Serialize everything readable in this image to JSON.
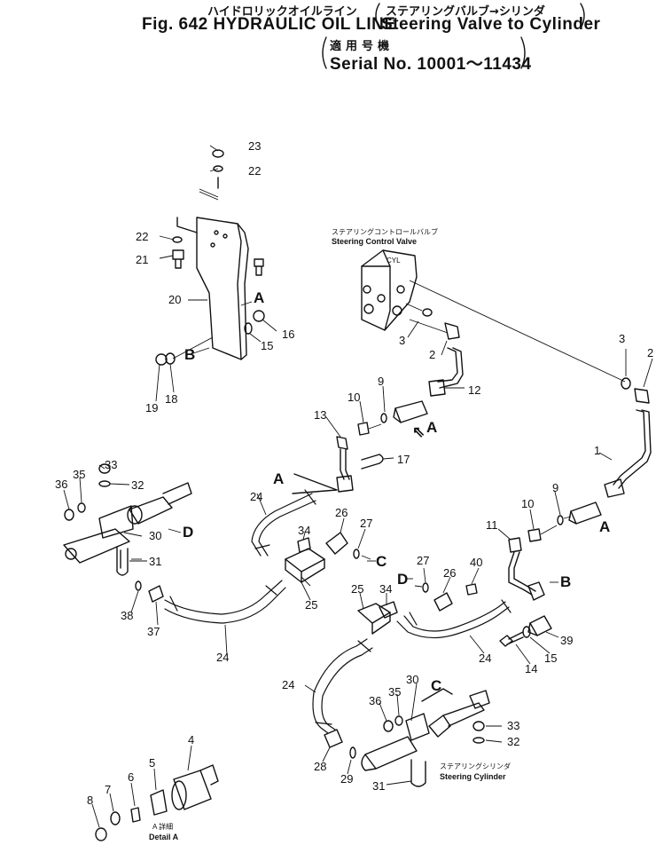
{
  "header": {
    "jp_title": "ハイドロリックオイルライン",
    "jp_subtitle": "ステアリングバルブ→シリンダ",
    "fig_title": "Fig. 642  HYDRAULIC OIL LINE",
    "en_subtitle": "Steering Valve to Cylinder",
    "jp_serial_label": "適用号機",
    "serial": "Serial No. 10001～11434"
  },
  "labels": {
    "steering_control_valve_jp": "ステアリングコントロールバルブ",
    "steering_control_valve_en": "Steering Control Valve",
    "steering_cylinder_jp": "ステアリングシリンダ",
    "steering_cylinder_en": "Steering Cylinder",
    "detail_jp": "A 詳細",
    "detail_en": "Detail A"
  },
  "callouts": {
    "c1": "1",
    "c2": "2",
    "c3": "3",
    "c4": "4",
    "c5": "5",
    "c6": "6",
    "c7": "7",
    "c8": "8",
    "c9": "9",
    "c10": "10",
    "c11": "11",
    "c12": "12",
    "c13": "13",
    "c14": "14",
    "c15": "15",
    "c16": "16",
    "c17": "17",
    "c18": "18",
    "c19": "19",
    "c20": "20",
    "c21": "21",
    "c22": "22",
    "c23": "23",
    "c24": "24",
    "c25": "25",
    "c26": "26",
    "c27": "27",
    "c28": "28",
    "c29": "29",
    "c30": "30",
    "c31": "31",
    "c32": "32",
    "c33": "33",
    "c34": "34",
    "c35": "35",
    "c36": "36",
    "c37": "37",
    "c38": "38",
    "c39": "39",
    "c40": "40"
  },
  "ref_letters": {
    "A": "A",
    "B": "B",
    "C": "C",
    "D": "D"
  },
  "ink_color": "#111111"
}
